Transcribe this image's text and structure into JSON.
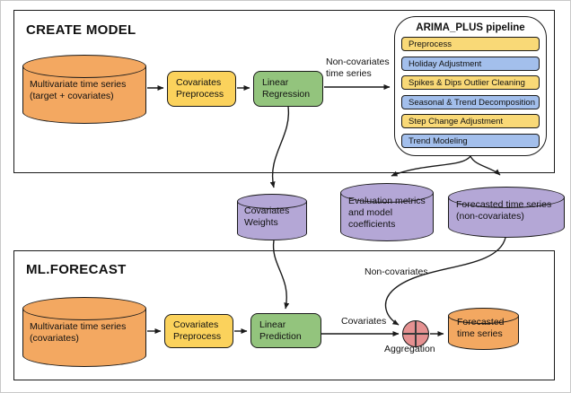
{
  "colors": {
    "orange": "#F3A861",
    "yellow_process_box": "#FBD25C",
    "yellow_pipeline_row": "#F9D977",
    "green": "#93C47D",
    "blue_pipeline_row": "#A3BFEC",
    "purple": "#B4A7D6",
    "red_aggregation": "#E59191",
    "outline": "#1a1a1a"
  },
  "create_model": {
    "title": "CREATE MODEL",
    "source_cylinder": {
      "line1": "Multivariate time series",
      "line2": "(target + covariates)"
    },
    "preprocess_box": {
      "line1": "Covariates",
      "line2": "Preprocess"
    },
    "regression_box": {
      "line1": "Linear",
      "line2": "Regression"
    },
    "arrow_label": {
      "line1": "Non-covariates",
      "line2": "time series"
    }
  },
  "pipeline": {
    "title": "ARIMA_PLUS pipeline",
    "steps": [
      {
        "label": "Preprocess",
        "color": "yellow"
      },
      {
        "label": "Holiday Adjustment",
        "color": "blue"
      },
      {
        "label": "Spikes & Dips Outlier Cleaning",
        "color": "yellow"
      },
      {
        "label": "Seasonal & Trend Decomposition",
        "color": "blue"
      },
      {
        "label": "Step Change Adjustment",
        "color": "yellow"
      },
      {
        "label": "Trend Modeling",
        "color": "blue"
      }
    ]
  },
  "artifacts": {
    "covariates_weights": {
      "line1": "Covariates",
      "line2": "Weights"
    },
    "evaluation": {
      "line1": "Evaluation metrics",
      "line2": "and model",
      "line3": "coefficients"
    },
    "forecast_noncovariates": {
      "line1": "Forecasted time series",
      "line2": "(non-covariates)"
    }
  },
  "ml_forecast": {
    "title": "ML.FORECAST",
    "source_cylinder": {
      "line1": "Multivariate time series",
      "line2": "(covariates)"
    },
    "preprocess_box": {
      "line1": "Covariates",
      "line2": "Preprocess"
    },
    "prediction_box": {
      "line1": "Linear",
      "line2": "Prediction"
    },
    "labels": {
      "non_covariates": "Non-covariates",
      "covariates": "Covariates",
      "aggregation": "Aggregation"
    },
    "output_cylinder": {
      "line1": "Forecasted",
      "line2": "time series"
    }
  }
}
